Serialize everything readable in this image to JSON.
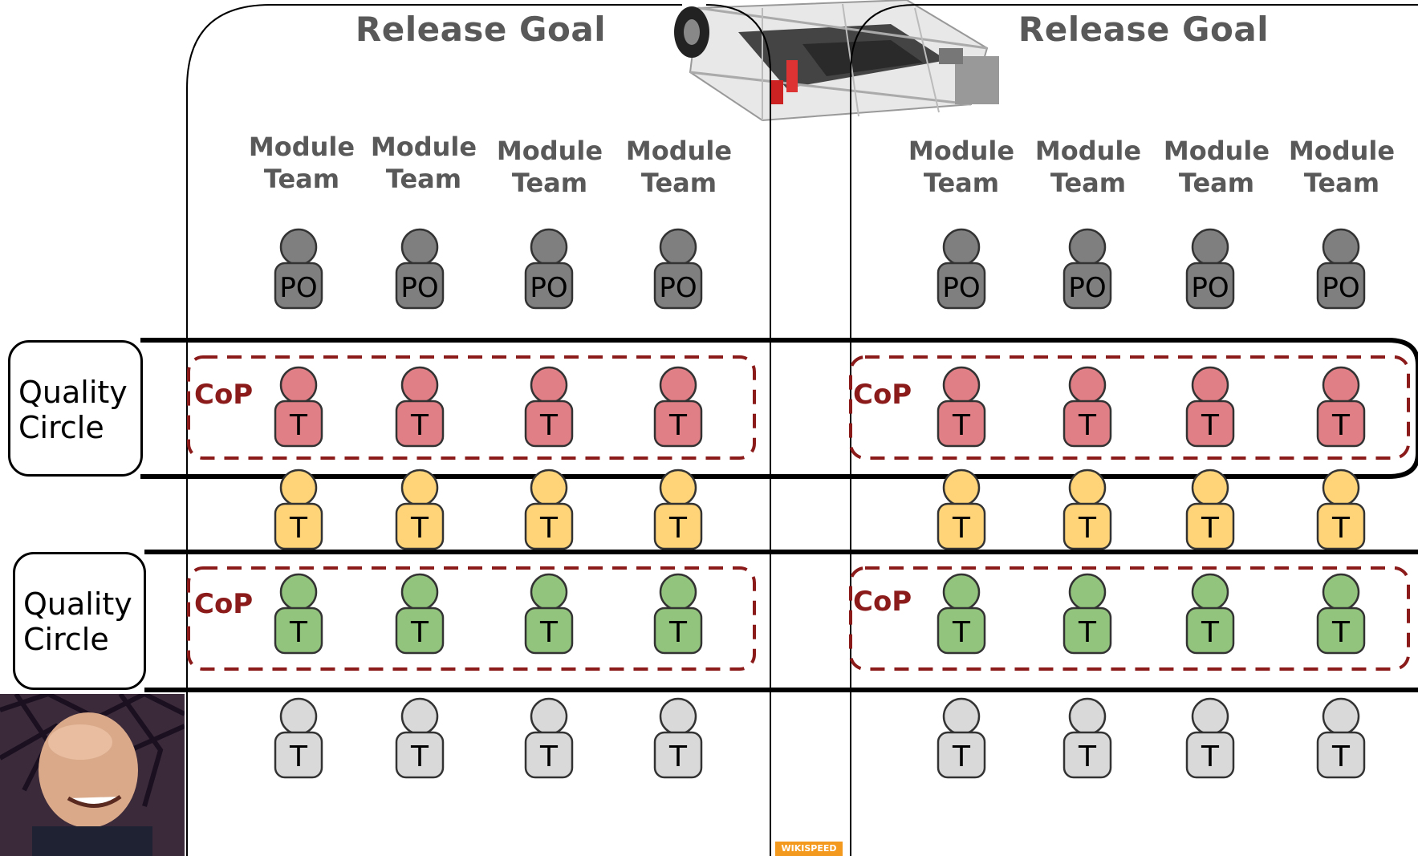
{
  "release_goals": [
    {
      "title": "Release Goal"
    },
    {
      "title": "Release Goal"
    }
  ],
  "module_team_label": [
    "Module",
    "Team"
  ],
  "quality_circle_label": [
    "Quality",
    "Circle"
  ],
  "cop_label": "CoP",
  "roles": {
    "product_owner": "PO",
    "team_member": "T"
  },
  "row_colors": {
    "po": "#7f7f7f",
    "red": "#e07f86",
    "yellow": "#ffd479",
    "green": "#93c47d",
    "gray": "#d9d9d9"
  },
  "cop_color": "#8b1b1b",
  "logo_text": "WIKISPEED",
  "icons": [
    "person-icon",
    "car-chassis-image",
    "speaker-photo"
  ]
}
